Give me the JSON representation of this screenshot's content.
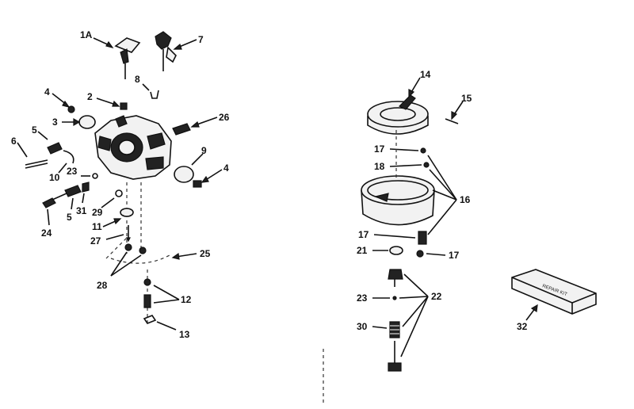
{
  "diagram": {
    "callouts": {
      "c1A": "1A",
      "c7": "7",
      "c8": "8",
      "c2": "2",
      "c4a": "4",
      "c3": "3",
      "c26": "26",
      "c5a": "5",
      "c6": "6",
      "c9": "9",
      "c4b": "4",
      "c10": "10",
      "c23a": "23",
      "c24": "24",
      "c5b": "5",
      "c31": "31",
      "c29": "29",
      "c11": "11",
      "c27": "27",
      "c25": "25",
      "c28": "28",
      "c12": "12",
      "c13": "13",
      "c14": "14",
      "c15": "15",
      "c17a": "17",
      "c18": "18",
      "c16": "16",
      "c17b": "17",
      "c21": "21",
      "c17c": "17",
      "c22": "22",
      "c23b": "23",
      "c30": "30",
      "c32": "32"
    },
    "packet_text": "REPAIR KIT"
  }
}
